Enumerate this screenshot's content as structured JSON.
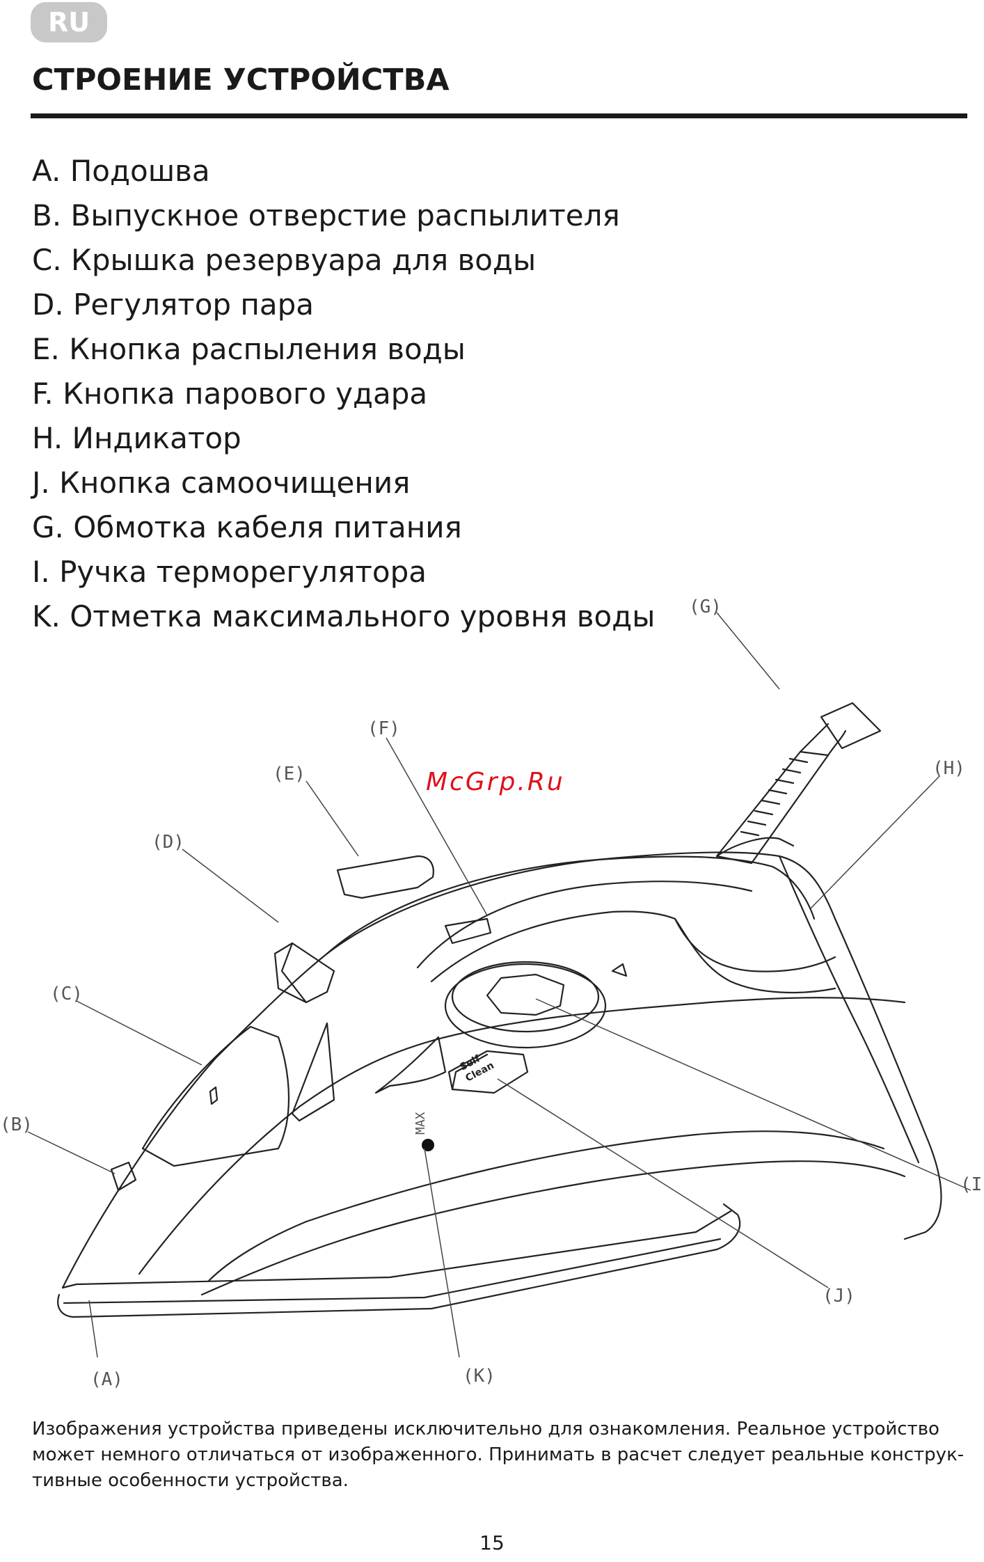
{
  "header": {
    "lang_badge": "RU",
    "title": "СТРОЕНИЕ УСТРОЙСТВА"
  },
  "parts": [
    "A. Подошва",
    "B. Выпускное отверстие распылителя",
    "C. Крышка резервуара для воды",
    "D. Регулятор пара",
    "E. Кнопка распыления воды",
    "F. Кнопка парового удара",
    "H. Индикатор",
    "J. Кнопка самоочищения",
    "G. Обмотка кабеля питания",
    "I. Ручка терморегулятора",
    "K. Отметка максимального уровня воды"
  ],
  "diagram": {
    "callouts": {
      "A": "(A)",
      "B": "(B)",
      "C": "(C)",
      "D": "(D)",
      "E": "(E)",
      "F": "(F)",
      "G": "(G)",
      "H": "(H)",
      "I": "(I)",
      "J": "(J)",
      "K": "(K)"
    },
    "self_clean_label_1": "Self",
    "self_clean_label_2": "Clean",
    "max_label": "MAX",
    "watermark": "McGrp.Ru"
  },
  "footer": {
    "disclaimer": "Изображения устройства приведены исключительно для ознакомления. Реальное устройство может немного отличаться от изображенного. Принимать в расчет следует реальные конструк-тивные особенности устройства.",
    "page_number": "15"
  }
}
